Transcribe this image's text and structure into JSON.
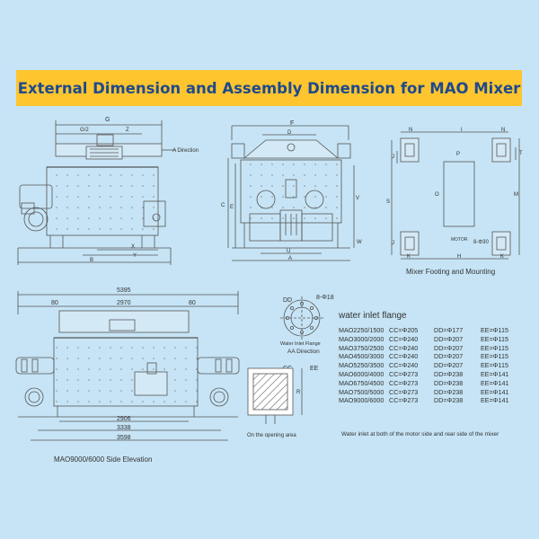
{
  "title": "External Dimension and Assembly Dimension for MAO Mixer",
  "colors": {
    "background": "#c6e4f5",
    "title_bar": "#ffc52e",
    "title_text": "#1e4a8c",
    "line": "#555555"
  },
  "front_view": {
    "labels": {
      "G": "G",
      "G2": "G/2",
      "Z": "Z",
      "A_dir": "A Direction",
      "X": "X",
      "Y": "Y",
      "B": "B"
    }
  },
  "end_view": {
    "labels": {
      "F": "F",
      "D": "D",
      "C": "C",
      "E": "E",
      "V": "V",
      "W": "W",
      "U": "U",
      "A": "A"
    }
  },
  "footing": {
    "labels": {
      "N": "N",
      "I": "I",
      "J": "J",
      "P": "P",
      "O": "O",
      "S": "S",
      "M": "M",
      "T": "T",
      "K": "K",
      "H": "H",
      "hole": "8-Φ30",
      "motor": "MOTOR"
    },
    "caption": "Mixer Footing and Mounting"
  },
  "side_view": {
    "dims": {
      "overall": "5395",
      "left": "80",
      "right": "80",
      "mid": "2970",
      "b1": "2906",
      "b2": "3338",
      "b3": "3598"
    },
    "caption": "MAO9000/6000 Side Elevation"
  },
  "flange": {
    "labels": {
      "DD": "DD",
      "holes": "8-Φ18",
      "CC": "CC",
      "EE": "EE",
      "R": "R"
    },
    "caption1": "Water Inlet Flange",
    "caption2": "AA Direction",
    "opening_caption": "On the opening area"
  },
  "water_table": {
    "heading": "water inlet flange",
    "rows": [
      [
        "MAO2250/1500",
        "CC=Φ205",
        "DD=Φ177",
        "EE=Φ115"
      ],
      [
        "MAO3000/2000",
        "CC=Φ240",
        "DD=Φ207",
        "EE=Φ115"
      ],
      [
        "MAO3750/2500",
        "CC=Φ240",
        "DD=Φ207",
        "EE=Φ115"
      ],
      [
        "MAO4500/3000",
        "CC=Φ240",
        "DD=Φ207",
        "EE=Φ115"
      ],
      [
        "MAO5250/3500",
        "CC=Φ240",
        "DD=Φ207",
        "EE=Φ115"
      ],
      [
        "MAO6000/4000",
        "CC=Φ273",
        "DD=Φ238",
        "EE=Φ141"
      ],
      [
        "MAO6750/4500",
        "CC=Φ273",
        "DD=Φ238",
        "EE=Φ141"
      ],
      [
        "MAO7500/5000",
        "CC=Φ273",
        "DD=Φ238",
        "EE=Φ141"
      ],
      [
        "MAO9000/6000",
        "CC=Φ273",
        "DD=Φ238",
        "EE=Φ141"
      ]
    ],
    "note": "Water inlet at both of the motor side and rear side of the mixer"
  }
}
